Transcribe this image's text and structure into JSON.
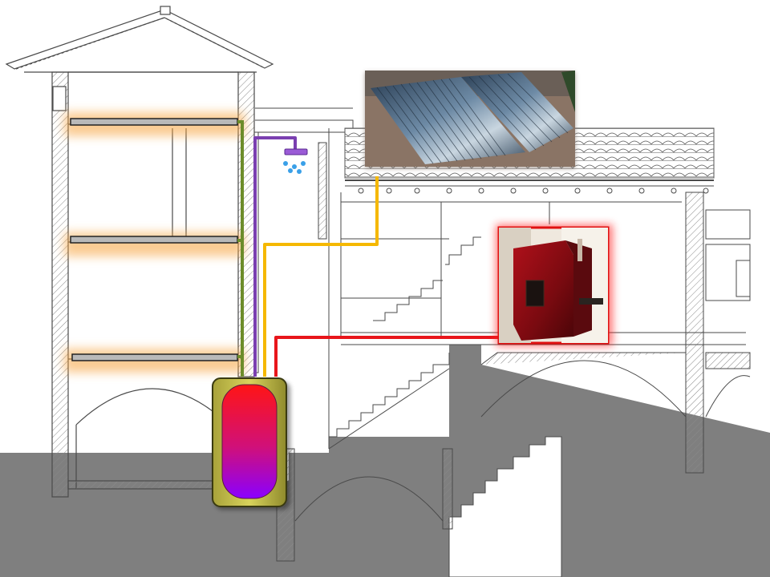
{
  "diagram": {
    "subject": "house-heating-system",
    "components": [
      {
        "id": "solar-collector",
        "icon": "solar-panel-photo"
      },
      {
        "id": "tiled-stove",
        "icon": "stove-photo"
      },
      {
        "id": "storage-tank",
        "icon": "water-tank"
      },
      {
        "id": "shower",
        "icon": "shower-head-icon"
      },
      {
        "id": "floor-heating",
        "icon": "heating-panel",
        "count": 3
      }
    ],
    "pipes": [
      {
        "id": "solar-pipe",
        "color": "#f5b800"
      },
      {
        "id": "stove-pipe",
        "color": "#e8151b"
      },
      {
        "id": "shower-pipe",
        "color": "#7a3fb0"
      },
      {
        "id": "heating-pipe",
        "color": "#6c8c2a"
      }
    ]
  },
  "colors": {
    "ground": "#7f7f7f",
    "outline": "#4a4a4a",
    "hatch": "#8a8a8a",
    "glow": "#f7a23b",
    "tank_hot": "#ff1515",
    "tank_cold": "#8a00ff",
    "tank_shell": "#c9c34f",
    "stove_frame": "#e01010"
  }
}
